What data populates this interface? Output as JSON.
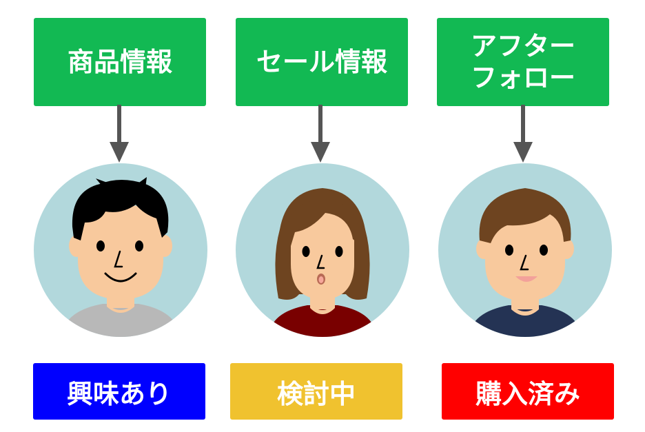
{
  "columns": [
    {
      "info_lines": [
        "商品情報"
      ],
      "status": "興味あり",
      "status_color": "#0000ff"
    },
    {
      "info_lines": [
        "セール情報"
      ],
      "status": "検討中",
      "status_color": "#f0c22f"
    },
    {
      "info_lines": [
        "アフター",
        "フォロー"
      ],
      "status": "購入済み",
      "status_color": "#ff0000"
    }
  ],
  "colors": {
    "info_box": "#12b953",
    "arrow": "#555555",
    "avatar_background": "#b2d8dc",
    "skin": "#f8c99d"
  },
  "icons": [
    "arrow-down-icon",
    "man-smiling-avatar-icon",
    "woman-surprised-avatar-icon",
    "man-happy-avatar-icon"
  ]
}
